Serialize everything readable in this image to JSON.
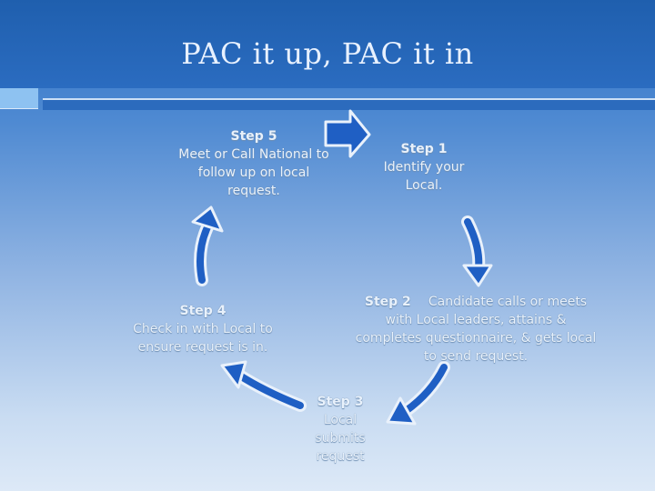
{
  "slide": {
    "title": "PAC it up, PAC it in"
  },
  "steps": [
    {
      "id": "step1",
      "label": "Step 1",
      "text": "Identify your Local."
    },
    {
      "id": "step2",
      "label": "Step 2",
      "text": "Candidate calls or meets with Local leaders, attains & completes questionnaire, & gets local to send request."
    },
    {
      "id": "step3",
      "label": "Step 3",
      "text": "Local submits request"
    },
    {
      "id": "step4",
      "label": "Step 4",
      "text": "Check in with Local to ensure request is in."
    },
    {
      "id": "step5",
      "label": "Step 5",
      "text": "Meet or Call National to follow up on local request."
    }
  ],
  "colors": {
    "arrow_fill": "#1f5fc4",
    "arrow_stroke": "#e9f1fb",
    "title_text": "#e8f1ff"
  }
}
